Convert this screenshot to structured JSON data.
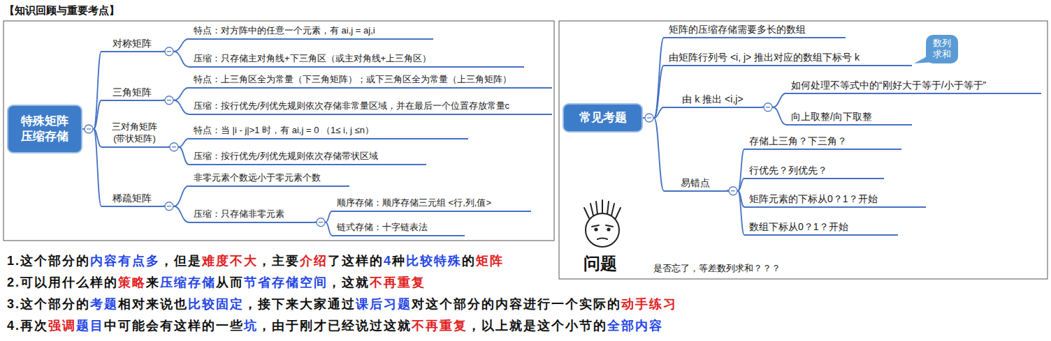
{
  "diagram": {
    "title": "【知识回顾与重要考点】",
    "nodes": [
      {
        "text": [
          "特殊矩阵 压缩存储"
        ]
      },
      {
        "text": [
          "对称矩阵"
        ]
      },
      {
        "text": [
          "特点：对方阵中的任意一个元素，有 ai,j = aj,i"
        ]
      },
      {
        "text": [
          "压缩：只存储主对角线+下三角区（或主对角线+上三角区）"
        ]
      },
      {
        "text": [
          "三角矩阵"
        ]
      },
      {
        "text": [
          "特点：上三角区全为常量（下三角矩阵）；或下三角区全为常量（上三角矩阵）"
        ]
      },
      {
        "text": [
          "压缩：按行优先/列优先规则依次存储非常量区域，并在最后一个位置存放常量c"
        ]
      },
      {
        "text": [
          "三对角矩阵 (带状矩阵)"
        ]
      },
      {
        "text": [
          "特点：当 |i - j|>1 时，有 ai,j = 0 （1≤ i, j ≤n）"
        ]
      },
      {
        "text": [
          "压缩：按行优先/列优先规则依次存储带状区域"
        ]
      },
      {
        "text": [
          "稀疏矩阵"
        ]
      },
      {
        "text": [
          "非零元素个数远小于零元素个数"
        ]
      },
      {
        "text": [
          "压缩：只存储非零元素"
        ]
      },
      {
        "text": [
          "顺序存储：顺序存储三元组 <行,列,值>"
        ]
      },
      {
        "text": [
          "链式存储：十字链表法"
        ]
      },
      {
        "text": [
          "常见考题"
        ]
      },
      {
        "text": [
          "矩阵的压缩存储需要多长的数组"
        ]
      },
      {
        "text": [
          "由矩阵行列号 <i, j> 推出对应的数组下标号 k"
        ]
      },
      {
        "text": [
          "数列 求和"
        ]
      },
      {
        "text": [
          "由 k 推出 <i,j>"
        ]
      },
      {
        "text": [
          "如何处理不等式中的“刚好大于等于/小于等于”"
        ]
      },
      {
        "text": [
          "向上取整/向下取整"
        ]
      },
      {
        "text": [
          "易错点"
        ]
      },
      {
        "text": [
          "存储上三角？下三角？"
        ]
      },
      {
        "text": [
          "行优先？列优先？"
        ]
      },
      {
        "text": [
          "矩阵元素的下标从0？1？开始"
        ]
      },
      {
        "text": [
          "数组下标从0？1？开始"
        ]
      }
    ],
    "edges": [
      {
        "from": 0,
        "to": 1,
        "arrow": "none"
      },
      {
        "from": 0,
        "to": 4,
        "arrow": "none"
      },
      {
        "from": 0,
        "to": 7,
        "arrow": "none"
      },
      {
        "from": 0,
        "to": 10,
        "arrow": "none"
      },
      {
        "from": 1,
        "to": 2,
        "arrow": "none"
      },
      {
        "from": 1,
        "to": 3,
        "arrow": "none"
      },
      {
        "from": 4,
        "to": 5,
        "arrow": "none"
      },
      {
        "from": 4,
        "to": 6,
        "arrow": "none"
      },
      {
        "from": 7,
        "to": 8,
        "arrow": "none"
      },
      {
        "from": 7,
        "to": 9,
        "arrow": "none"
      },
      {
        "from": 10,
        "to": 11,
        "arrow": "none"
      },
      {
        "from": 10,
        "to": 12,
        "arrow": "none"
      },
      {
        "from": 12,
        "to": 13,
        "arrow": "none"
      },
      {
        "from": 12,
        "to": 14,
        "arrow": "none"
      },
      {
        "from": 15,
        "to": 16,
        "arrow": "none"
      },
      {
        "from": 15,
        "to": 17,
        "arrow": "none"
      },
      {
        "from": 15,
        "to": 19,
        "arrow": "none"
      },
      {
        "from": 15,
        "to": 22,
        "arrow": "none"
      },
      {
        "from": 19,
        "to": 20,
        "arrow": "none"
      },
      {
        "from": 19,
        "to": 21,
        "arrow": "none"
      },
      {
        "from": 22,
        "to": 23,
        "arrow": "none"
      },
      {
        "from": 22,
        "to": 24,
        "arrow": "none"
      },
      {
        "from": 22,
        "to": 25,
        "arrow": "none"
      },
      {
        "from": 22,
        "to": 26,
        "arrow": "none"
      }
    ],
    "labels": [
      "问题",
      "是否忘了，等差数列求和？？？",
      "1.这个部分的内容有点多，但是难度不大，主要介绍了这样的4种比较特殊的矩阵",
      "2.可以用什么样的策略来压缩存储从而节省存储空间，这就不再重复",
      "3.这个部分的考题相对来说也比较固定，接下来大家通过课后习题对这个部分的内容进行一个实际的动手练习",
      "4.再次强调题目中可能会有这样的一些坑，由于刚才已经说过这就不再重复，以上就是这个小节的全部内容"
    ]
  }
}
